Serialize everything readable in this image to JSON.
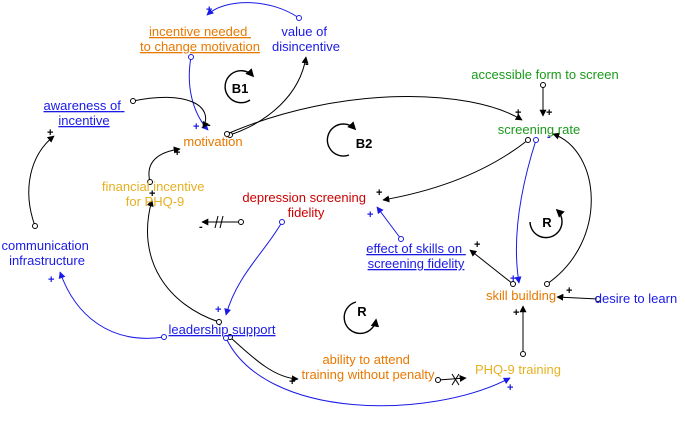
{
  "colors": {
    "blue": "#1a1ae6",
    "orange": "#e87800",
    "gold": "#e6b020",
    "green": "#1a9a1a",
    "red": "#cc0000",
    "black": "#000000"
  },
  "nodes": {
    "incentive_needed": [
      "incentive needed",
      "to change motivation"
    ],
    "value_disincentive": [
      "value of",
      "disincentive"
    ],
    "accessible_form": [
      "accessible form to screen"
    ],
    "awareness": [
      "awareness of",
      "incentive"
    ],
    "motivation": [
      "motivation"
    ],
    "screening_rate": [
      "screening rate"
    ],
    "financial_incentive": [
      "financial incentive",
      "for PHQ-9"
    ],
    "depression_fidelity": [
      "depression screening",
      "fidelity"
    ],
    "effect_skills": [
      "effect of skills on",
      "screening fidelity"
    ],
    "communication": [
      "communication",
      "infrastructure"
    ],
    "skill_building": [
      "skill building"
    ],
    "desire_learn": [
      "desire to learn"
    ],
    "leadership": [
      "leadership support"
    ],
    "ability_attend": [
      "ability to attend",
      "training without penalty"
    ],
    "phq9_training": [
      "PHQ-9 training"
    ]
  },
  "loops": {
    "b1": "B1",
    "b2": "B2",
    "r1": "R",
    "r2": "R"
  },
  "signs": {
    "plus": "+",
    "minus": "-"
  }
}
